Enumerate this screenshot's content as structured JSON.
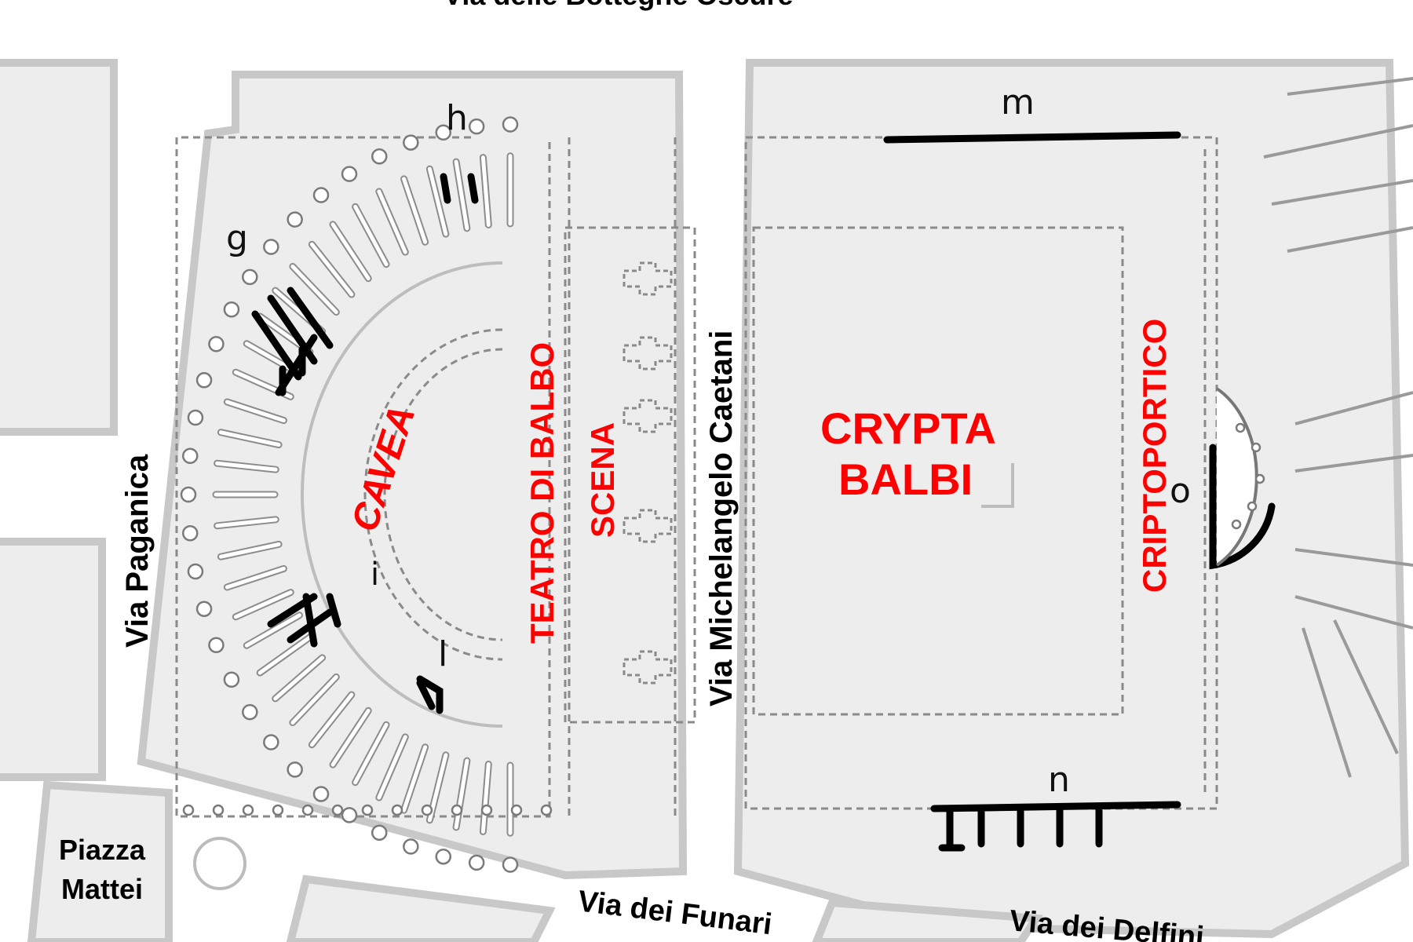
{
  "streets": {
    "top": "Via delle Botteghe Oscure",
    "paganica": "Via Paganica",
    "caetani": "Via Michelangelo Caetani",
    "funari": "Via dei Funari",
    "delfini": "Via dei Delfini",
    "piazza_line1": "Piazza",
    "piazza_line2": "Mattei"
  },
  "areas": {
    "cavea": "CAVEA",
    "teatro": "TEATRO DI BALBO",
    "scena": "SCENA",
    "crypta_line1": "CRYPTA",
    "crypta_line2": "BALBI",
    "criptoportico": "CRIPTOPORTICO"
  },
  "letters": {
    "g": "g",
    "h": "h",
    "i": "i",
    "l": "l",
    "m": "m",
    "n": "n",
    "o": "o"
  },
  "colors": {
    "area_label": "#ff0000",
    "street_label": "#000000",
    "block_fill": "#ededed"
  }
}
